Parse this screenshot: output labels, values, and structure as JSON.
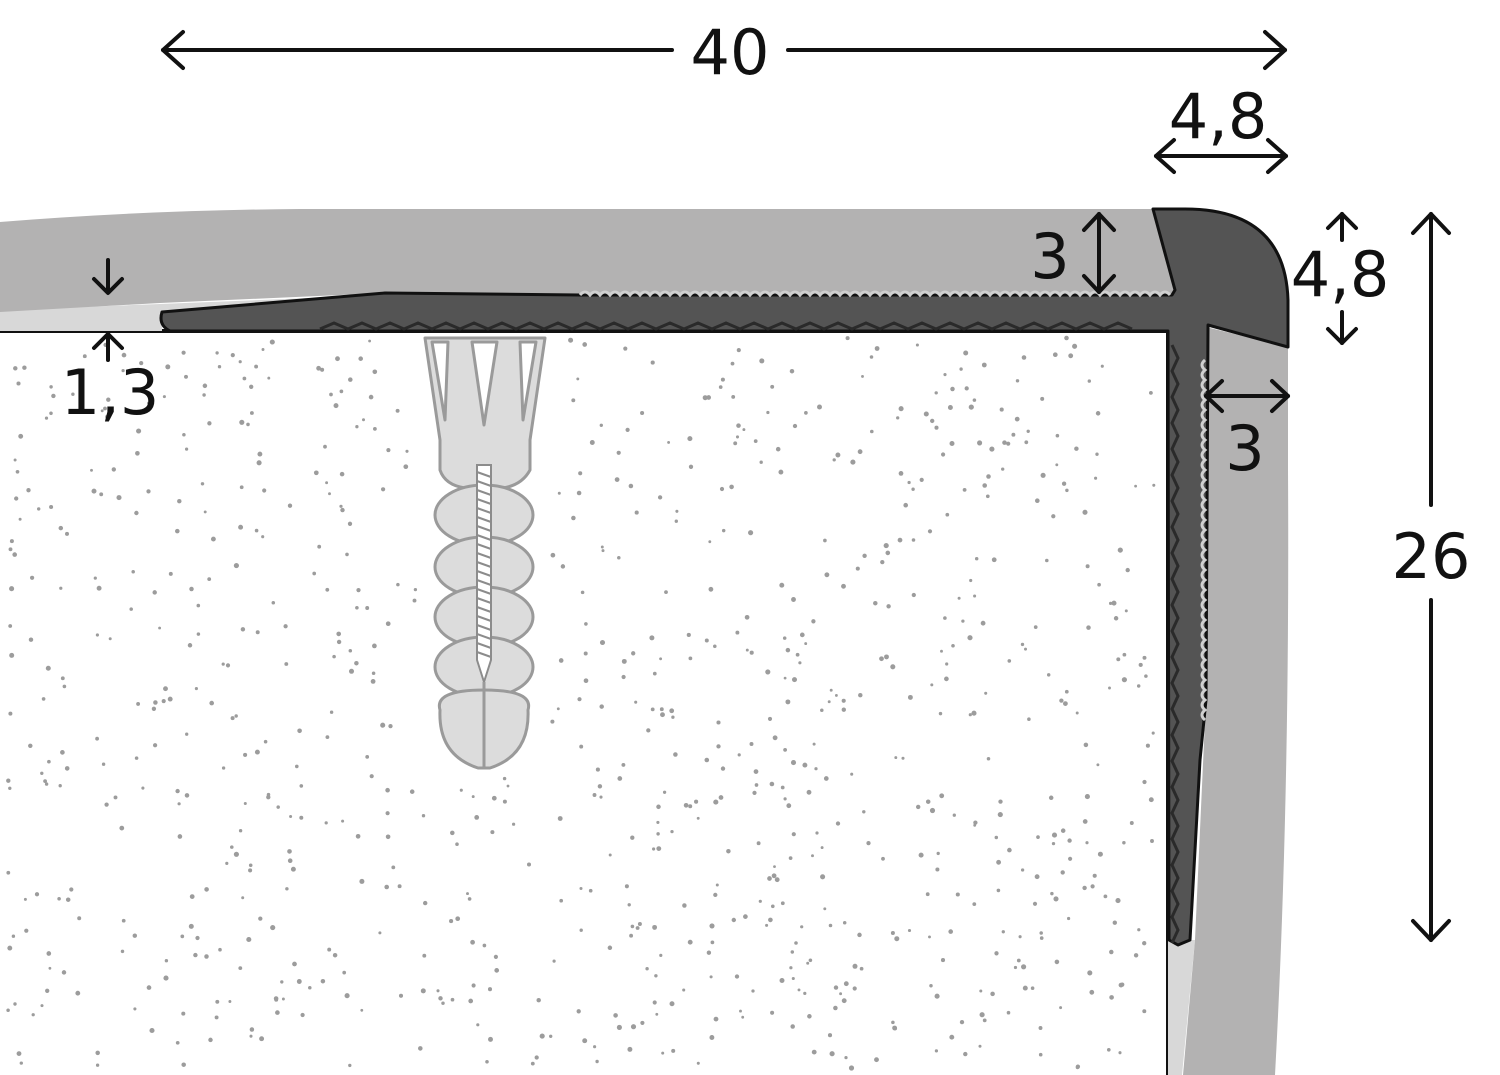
{
  "diagram": {
    "dimensions": {
      "total_width": "40",
      "nose_width": "4,8",
      "nose_height": "4,8",
      "top_thickness": "3",
      "side_thickness": "3",
      "base_thickness": "1,3",
      "total_height": "26"
    },
    "colors": {
      "profile": "#545454",
      "covering": "#b3b2b2",
      "light_gray": "#d8d8d8",
      "dowel": "#dcdcdc",
      "dowel_outline": "#9a9a9a",
      "substrate_dots": "#9c9c9c",
      "ink": "#111111"
    }
  }
}
